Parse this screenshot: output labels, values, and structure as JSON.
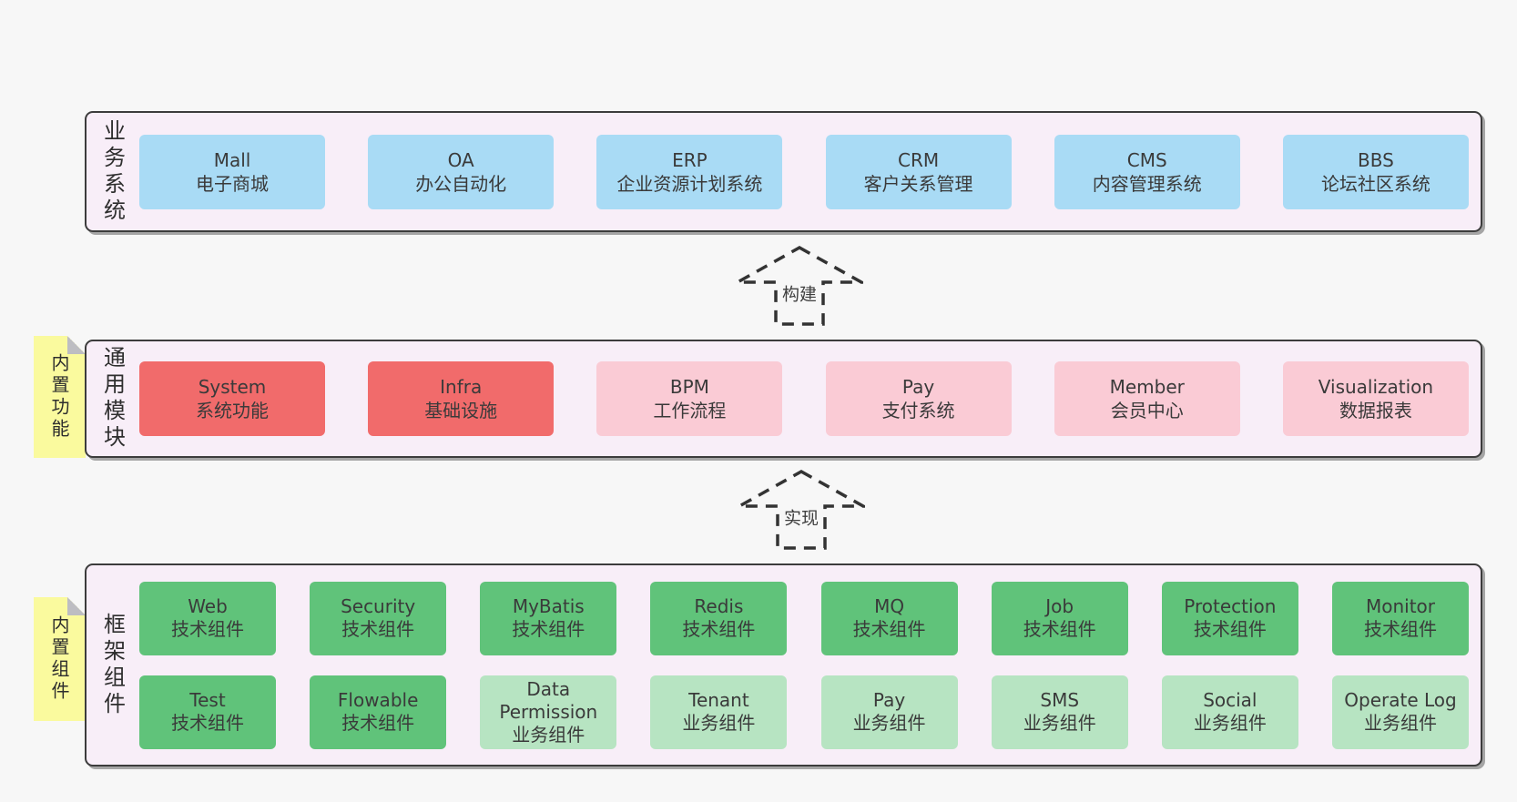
{
  "colors": {
    "page_bg": "#f7f7f7",
    "band_bg": "#f8eef8",
    "band_border": "#3c3c3c",
    "box_blue": "#a9dbf5",
    "box_red": "#f16b6b",
    "box_pink": "#facbd5",
    "box_green": "#60c37a",
    "box_green_light": "#b7e4c2",
    "sticky_yellow": "#fafa9e",
    "sticky_fold_gray": "#bdbdc2",
    "text": "#3a3a3a"
  },
  "arrows": {
    "build": "构建",
    "implement": "实现"
  },
  "band_business": {
    "label": "业务系统",
    "boxes": [
      {
        "en": "Mall",
        "zh": "电子商城"
      },
      {
        "en": "OA",
        "zh": "办公自动化"
      },
      {
        "en": "ERP",
        "zh": "企业资源计划系统"
      },
      {
        "en": "CRM",
        "zh": "客户关系管理"
      },
      {
        "en": "CMS",
        "zh": "内容管理系统"
      },
      {
        "en": "BBS",
        "zh": "论坛社区系统"
      }
    ]
  },
  "band_modules": {
    "label": "通用模块",
    "sticky": "内置功能",
    "boxes": [
      {
        "en": "System",
        "zh": "系统功能"
      },
      {
        "en": "Infra",
        "zh": "基础设施"
      },
      {
        "en": "BPM",
        "zh": "工作流程"
      },
      {
        "en": "Pay",
        "zh": "支付系统"
      },
      {
        "en": "Member",
        "zh": "会员中心"
      },
      {
        "en": "Visualization",
        "zh": "数据报表"
      }
    ]
  },
  "band_components": {
    "label": "框架组件",
    "sticky": "内置组件",
    "row1": [
      {
        "en": "Web",
        "zh": "技术组件"
      },
      {
        "en": "Security",
        "zh": "技术组件"
      },
      {
        "en": "MyBatis",
        "zh": "技术组件"
      },
      {
        "en": "Redis",
        "zh": "技术组件"
      },
      {
        "en": "MQ",
        "zh": "技术组件"
      },
      {
        "en": "Job",
        "zh": "技术组件"
      },
      {
        "en": "Protection",
        "zh": "技术组件"
      },
      {
        "en": "Monitor",
        "zh": "技术组件"
      }
    ],
    "row2": [
      {
        "en": "Test",
        "zh": "技术组件"
      },
      {
        "en": "Flowable",
        "zh": "技术组件"
      },
      {
        "en": "Data Permission",
        "zh": "业务组件"
      },
      {
        "en": "Tenant",
        "zh": "业务组件"
      },
      {
        "en": "Pay",
        "zh": "业务组件"
      },
      {
        "en": "SMS",
        "zh": "业务组件"
      },
      {
        "en": "Social",
        "zh": "业务组件"
      },
      {
        "en": "Operate Log",
        "zh": "业务组件"
      }
    ]
  }
}
